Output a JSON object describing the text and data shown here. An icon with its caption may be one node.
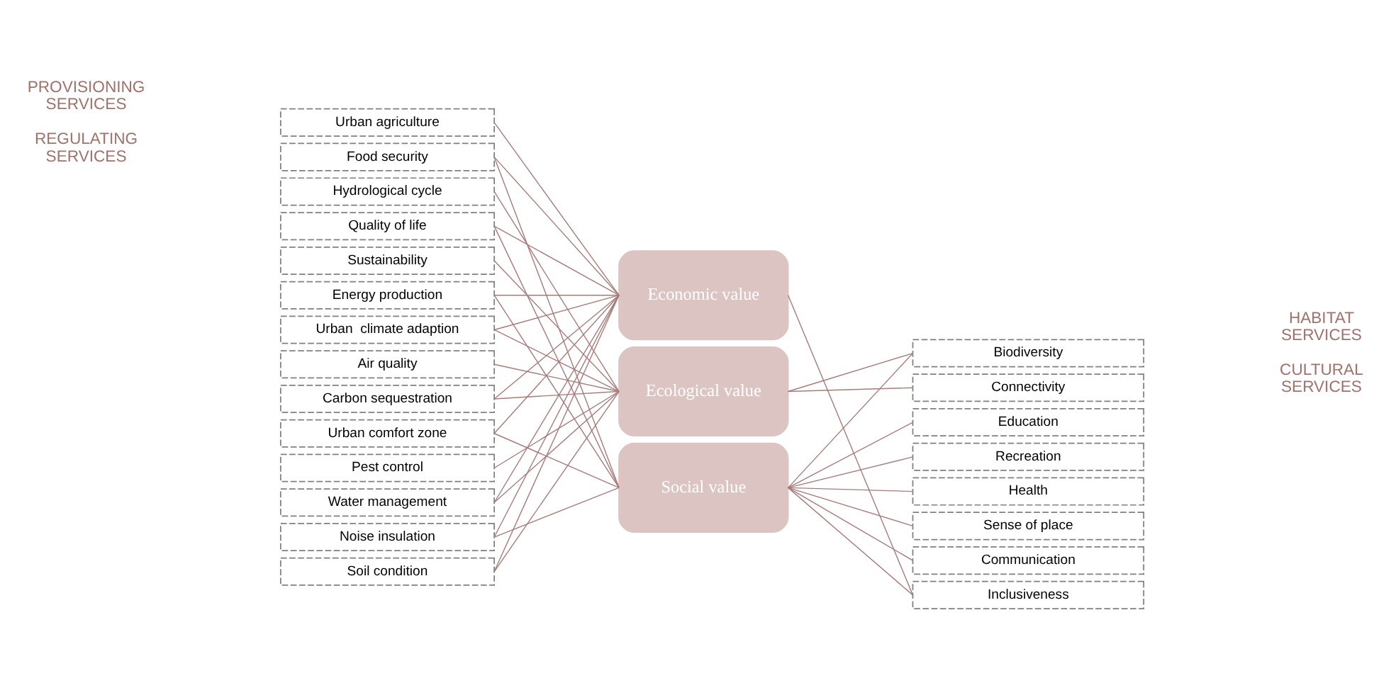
{
  "diagram": {
    "nodes": [
      {
        "text": [
          "Urban agriculture"
        ]
      },
      {
        "text": [
          "Food security"
        ]
      },
      {
        "text": [
          "Hydrological cycle"
        ]
      },
      {
        "text": [
          "Quality of life"
        ]
      },
      {
        "text": [
          "Sustainability"
        ]
      },
      {
        "text": [
          "Energy production"
        ]
      },
      {
        "text": [
          "Urban  climate adaption"
        ]
      },
      {
        "text": [
          "Air quality"
        ]
      },
      {
        "text": [
          "Carbon sequestration"
        ]
      },
      {
        "text": [
          "Urban comfort zone"
        ]
      },
      {
        "text": [
          "Pest control"
        ]
      },
      {
        "text": [
          "Water management"
        ]
      },
      {
        "text": [
          "Noise insulation"
        ]
      },
      {
        "text": [
          "Soil condition"
        ]
      },
      {
        "text": [
          "Economic value"
        ]
      },
      {
        "text": [
          "Ecological value"
        ]
      },
      {
        "text": [
          "Social value"
        ]
      },
      {
        "text": [
          "Biodiversity"
        ]
      },
      {
        "text": [
          "Connectivity"
        ]
      },
      {
        "text": [
          "Education"
        ]
      },
      {
        "text": [
          "Recreation"
        ]
      },
      {
        "text": [
          "Health"
        ]
      },
      {
        "text": [
          "Sense of place"
        ]
      },
      {
        "text": [
          "Communication"
        ]
      },
      {
        "text": [
          "Inclusiveness"
        ]
      }
    ],
    "edges": [
      {
        "from": 0,
        "to": 14,
        "arrow": "none"
      },
      {
        "from": 1,
        "to": 14,
        "arrow": "none"
      },
      {
        "from": 1,
        "to": 16,
        "arrow": "none"
      },
      {
        "from": 2,
        "to": 15,
        "arrow": "none"
      },
      {
        "from": 3,
        "to": 14,
        "arrow": "none"
      },
      {
        "from": 3,
        "to": 16,
        "arrow": "none"
      },
      {
        "from": 4,
        "to": 15,
        "arrow": "none"
      },
      {
        "from": 5,
        "to": 14,
        "arrow": "none"
      },
      {
        "from": 5,
        "to": 16,
        "arrow": "none"
      },
      {
        "from": 6,
        "to": 14,
        "arrow": "none"
      },
      {
        "from": 6,
        "to": 15,
        "arrow": "none"
      },
      {
        "from": 7,
        "to": 15,
        "arrow": "none"
      },
      {
        "from": 8,
        "to": 14,
        "arrow": "none"
      },
      {
        "from": 8,
        "to": 15,
        "arrow": "none"
      },
      {
        "from": 9,
        "to": 14,
        "arrow": "none"
      },
      {
        "from": 9,
        "to": 16,
        "arrow": "none"
      },
      {
        "from": 10,
        "to": 15,
        "arrow": "none"
      },
      {
        "from": 11,
        "to": 14,
        "arrow": "none"
      },
      {
        "from": 11,
        "to": 15,
        "arrow": "none"
      },
      {
        "from": 12,
        "to": 14,
        "arrow": "none"
      },
      {
        "from": 12,
        "to": 16,
        "arrow": "none"
      },
      {
        "from": 13,
        "to": 14,
        "arrow": "none"
      },
      {
        "from": 13,
        "to": 15,
        "arrow": "none"
      },
      {
        "from": 14,
        "to": 24,
        "arrow": "none"
      },
      {
        "from": 15,
        "to": 17,
        "arrow": "none"
      },
      {
        "from": 15,
        "to": 18,
        "arrow": "none"
      },
      {
        "from": 16,
        "to": 17,
        "arrow": "none"
      },
      {
        "from": 16,
        "to": 19,
        "arrow": "none"
      },
      {
        "from": 16,
        "to": 20,
        "arrow": "none"
      },
      {
        "from": 16,
        "to": 21,
        "arrow": "none"
      },
      {
        "from": 16,
        "to": 22,
        "arrow": "none"
      },
      {
        "from": 16,
        "to": 23,
        "arrow": "none"
      },
      {
        "from": 16,
        "to": 24,
        "arrow": "none"
      }
    ],
    "labels": [
      "PROVISIONING SERVICES",
      "REGULATING SERVICES",
      "HABITAT SERVICES",
      "CULTURAL SERVICES"
    ]
  }
}
